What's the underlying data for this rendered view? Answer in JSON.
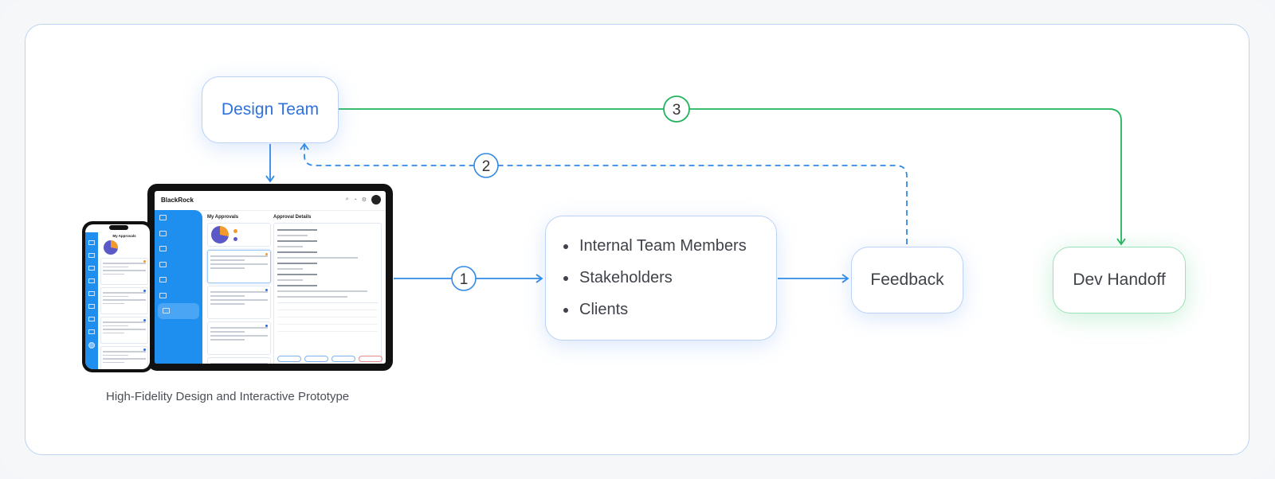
{
  "diagram": {
    "design_team_label": "Design Team",
    "list_items": [
      "Internal Team Members",
      "Stakeholders",
      "Clients"
    ],
    "feedback_label": "Feedback",
    "dev_handoff_label": "Dev Handoff",
    "caption": "High-Fidelity Design and Interactive Prototype",
    "steps": [
      "1",
      "2",
      "3"
    ]
  },
  "mockup": {
    "brand": "BlackRock",
    "col1_title": "My Approvals",
    "col2_title": "Approval Details"
  },
  "colors": {
    "blue": "#2f8ae6",
    "green": "#22b45c",
    "design_text": "#2f72db"
  }
}
